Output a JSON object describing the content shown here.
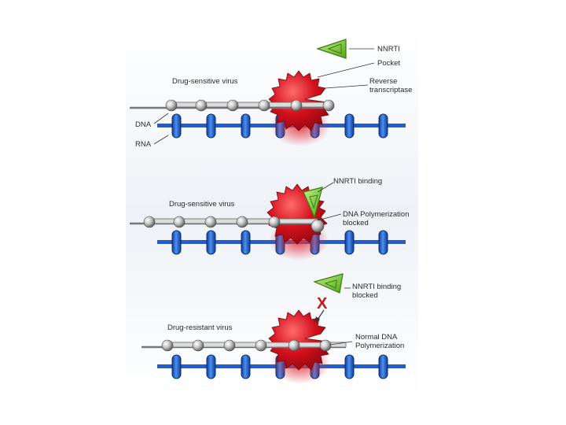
{
  "panel_top": {
    "virus_label": "Drug-sensitive virus",
    "nnrti_label": "NNRTI",
    "pocket_label": "Pocket",
    "rt_label_line1": "Reverse",
    "rt_label_line2": "transcriptase",
    "dna_label": "DNA",
    "rna_label": "RNA"
  },
  "panel_middle": {
    "virus_label": "Drug-sensitive virus",
    "binding_label": "NNRTI binding",
    "blocked_line1": "DNA Polymerization",
    "blocked_line2": "blocked"
  },
  "panel_bottom": {
    "virus_label": "Drug-resistant virus",
    "binding_blocked_line1": "NNRTI binding",
    "binding_blocked_line2": "blocked",
    "x_mark": "X",
    "normal_line1": "Normal DNA",
    "normal_line2": "Polymerization"
  },
  "colors": {
    "enzyme_red": "#d3101c",
    "rna_blue": "#1f5fd0",
    "inhibitor_green": "#86d23a",
    "bead_grey": "#9a9a9a",
    "panel_bg": "#eef2f7"
  }
}
